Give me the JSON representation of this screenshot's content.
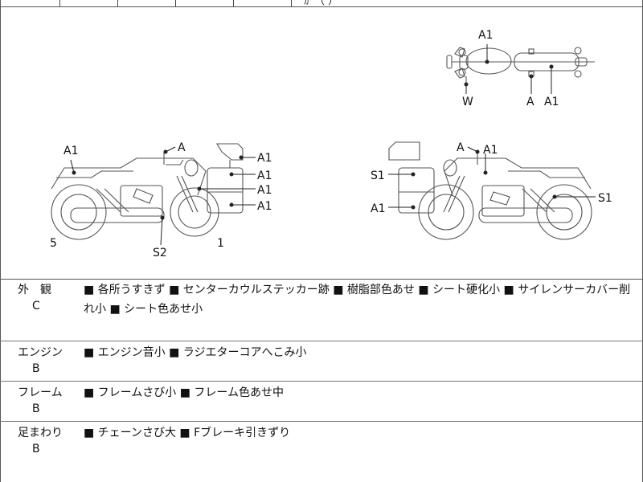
{
  "top_partial_text": "ｶﾞ（ ）",
  "diagram": {
    "top_view": {
      "labels": [
        "A1",
        "W",
        "A",
        "A1"
      ]
    },
    "left_side": {
      "labels": [
        "A1",
        "A",
        "A1",
        "A1",
        "A1",
        "A1",
        "5",
        "S2",
        "1"
      ]
    },
    "right_side": {
      "labels": [
        "A",
        "A1",
        "S1",
        "S1",
        "A1"
      ]
    }
  },
  "rows": [
    {
      "category": "外　観",
      "grade": "C",
      "text": "■ 各所うすきず ■ センターカウルステッカー跡 ■ 樹脂部色あせ ■ シート硬化小 ■ サイレンサーカバー削れ小 ■ シート色あせ小"
    },
    {
      "category": "エンジン",
      "grade": "B",
      "text": "■ エンジン音小 ■ ラジエターコアへこみ小"
    },
    {
      "category": "フレーム",
      "grade": "B",
      "text": "■ フレームさび小 ■ フレーム色あせ中"
    },
    {
      "category": "足まわり",
      "grade": "B",
      "text": "■ チェーンさび大 ■ Fブレーキ引きずり"
    }
  ]
}
